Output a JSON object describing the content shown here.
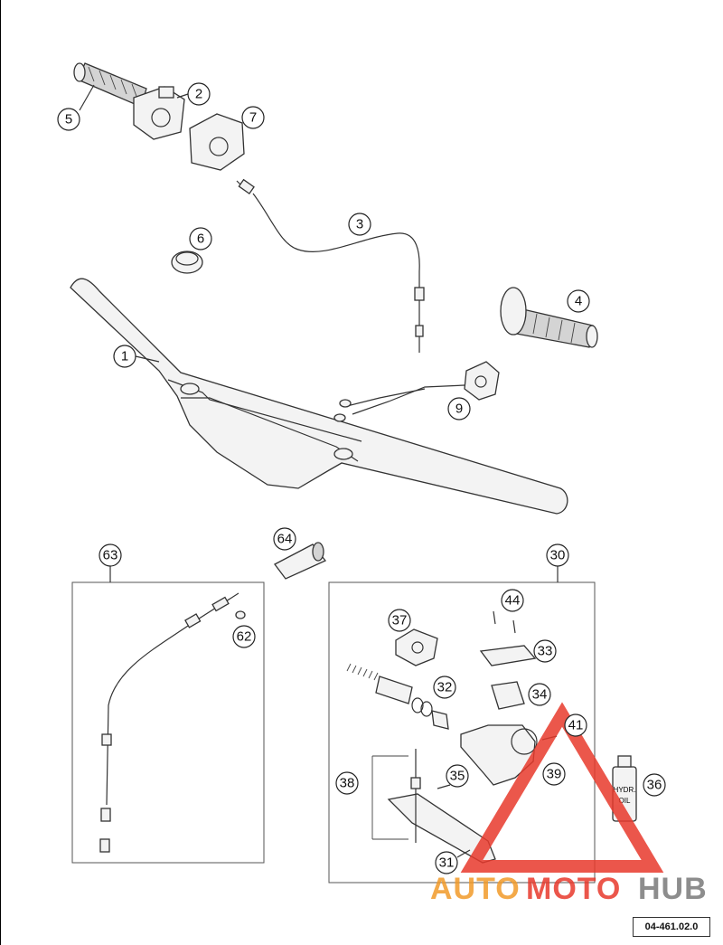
{
  "callouts": {
    "c1": "1",
    "c2": "2",
    "c3": "3",
    "c4": "4",
    "c5": "5",
    "c6": "6",
    "c7": "7",
    "c9": "9",
    "c30": "30",
    "c31": "31",
    "c32": "32",
    "c33": "33",
    "c34": "34",
    "c35": "35",
    "c36": "36",
    "c37": "37",
    "c38": "38",
    "c39": "39",
    "c41": "41",
    "c44": "44",
    "c62": "62",
    "c63": "63",
    "c64": "64"
  },
  "oil_bottle_label": {
    "line1": "HYDR.",
    "line2": "OIL"
  },
  "watermark": {
    "part1": "AUTO",
    "part2": "MOTO",
    "part3": "HUB",
    "color_red": "#e8392c",
    "color_orange": "#f29b2a",
    "color_gray": "#7a7a7a"
  },
  "doc_number": "04-461.02.0"
}
